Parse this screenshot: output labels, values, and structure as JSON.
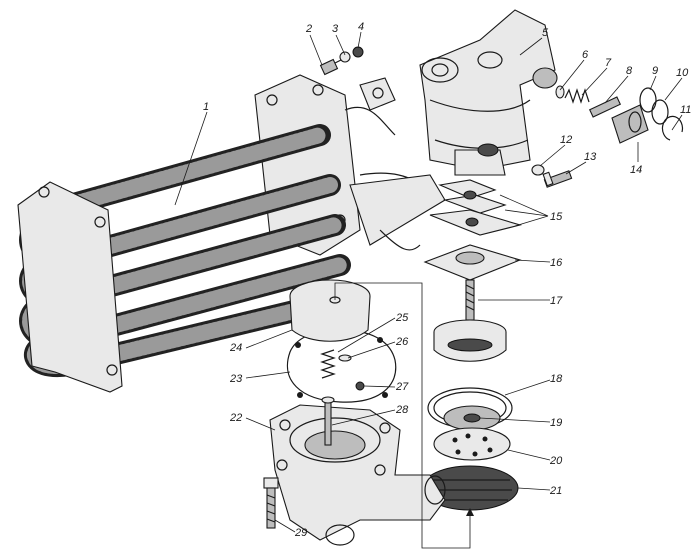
{
  "callouts": {
    "c1": "1",
    "c2": "2",
    "c3": "3",
    "c4": "4",
    "c5": "5",
    "c6": "6",
    "c7": "7",
    "c8": "8",
    "c9": "9",
    "c10": "10",
    "c11": "11",
    "c12": "12",
    "c13": "13",
    "c14": "14",
    "c15": "15",
    "c16": "16",
    "c17": "17",
    "c18": "18",
    "c19": "19",
    "c20": "20",
    "c21": "21",
    "c22": "22",
    "c23": "23",
    "c24": "24",
    "c25": "25",
    "c26": "26",
    "c27": "27",
    "c28": "28",
    "c29": "29"
  },
  "colors": {
    "ink": "#1a1a1a",
    "background": "#ffffff"
  }
}
